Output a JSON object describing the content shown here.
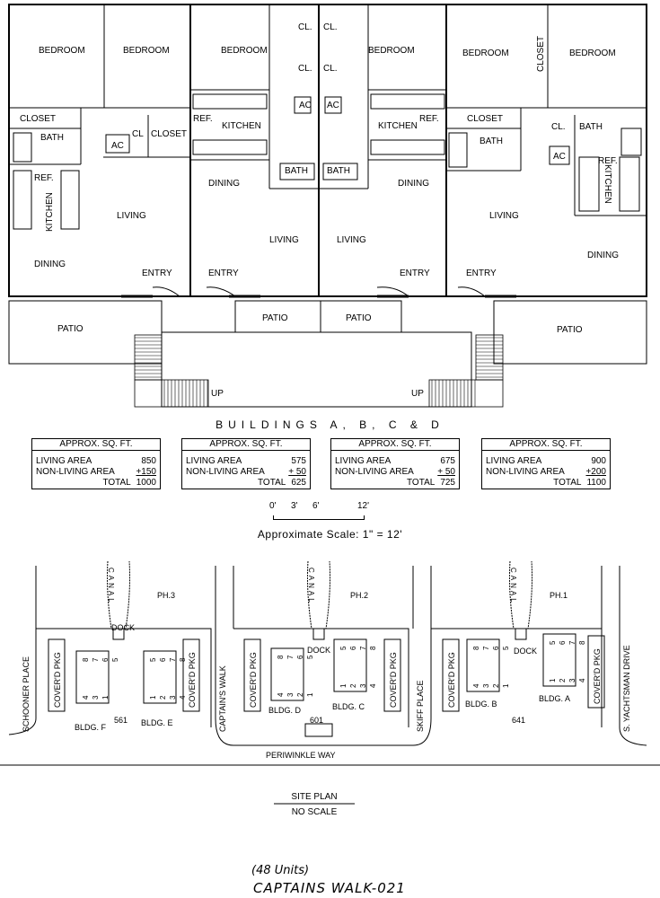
{
  "floor_plan": {
    "units": [
      {
        "rooms": [
          "BEDROOM",
          "BEDROOM",
          "CLOSET",
          "BATH",
          "CL",
          "CLOSET",
          "AC",
          "REF.",
          "KITCHEN",
          "LIVING",
          "DINING",
          "ENTRY",
          "PATIO"
        ]
      },
      {
        "rooms": [
          "BEDROOM",
          "CL.",
          "CL.",
          "REF.",
          "KITCHEN",
          "AC",
          "BATH",
          "DINING",
          "LIVING",
          "ENTRY",
          "PATIO"
        ]
      },
      {
        "rooms": [
          "CL.",
          "CL.",
          "BEDROOM",
          "AC",
          "KITCHEN",
          "REF.",
          "BATH",
          "DINING",
          "LIVING",
          "ENTRY",
          "PATIO"
        ]
      },
      {
        "rooms": [
          "BEDROOM",
          "CLOSET",
          "BEDROOM",
          "CLOSET",
          "BATH",
          "CL.",
          "BATH",
          "AC",
          "REF.",
          "KITCHEN",
          "LIVING",
          "DINING",
          "ENTRY",
          "PATIO"
        ]
      }
    ],
    "stairs": [
      "UP",
      "UP"
    ]
  },
  "buildings_title": "BUILDINGS  A, B, C & D",
  "sqft_tables": [
    {
      "header": "APPROX. SQ. FT.",
      "living_label": "LIVING AREA",
      "living": "850",
      "non_living_label": "NON-LIVING AREA",
      "non_living": "+150",
      "total_label": "TOTAL",
      "total": "1000"
    },
    {
      "header": "APPROX. SQ. FT.",
      "living_label": "LIVING AREA",
      "living": "575",
      "non_living_label": "NON-LIVING AREA",
      "non_living": "+ 50",
      "total_label": "TOTAL",
      "total": "625"
    },
    {
      "header": "APPROX. SQ. FT.",
      "living_label": "LIVING AREA",
      "living": "675",
      "non_living_label": "NON-LIVING AREA",
      "non_living": "+ 50",
      "total_label": "TOTAL",
      "total": "725"
    },
    {
      "header": "APPROX. SQ. FT.",
      "living_label": "LIVING AREA",
      "living": "900",
      "non_living_label": "NON-LIVING AREA",
      "non_living": "+200",
      "total_label": "TOTAL",
      "total": "1100"
    }
  ],
  "scale_bar": {
    "ticks": [
      "0'",
      "3'",
      "6'",
      "12'"
    ],
    "caption": "Approximate Scale: 1\" = 12'"
  },
  "site_plan": {
    "phases": [
      "PH.3",
      "PH.2",
      "PH.1"
    ],
    "canal_label": "CANAL",
    "dock_label": "DOCK",
    "covered_parking": "COVER'D PKG",
    "streets": [
      "SCHOONER PLACE",
      "CAPTAIN'S WALK",
      "SKIFF PLACE",
      "S. YACHTSMAN DRIVE"
    ],
    "periwinkle": "PERIWINKLE WAY",
    "addresses": [
      "561",
      "601",
      "641"
    ],
    "buildings": [
      "BLDG. F",
      "BLDG. E",
      "BLDG. D",
      "BLDG. C",
      "BLDG. B",
      "BLDG. A"
    ],
    "unit_numbers": [
      "1",
      "2",
      "3",
      "4",
      "5",
      "6",
      "7",
      "8"
    ],
    "title": "SITE PLAN",
    "subtitle": "NO SCALE"
  },
  "footer": {
    "units": "(48 Units)",
    "name": "CAPTAINS WALK-021"
  }
}
